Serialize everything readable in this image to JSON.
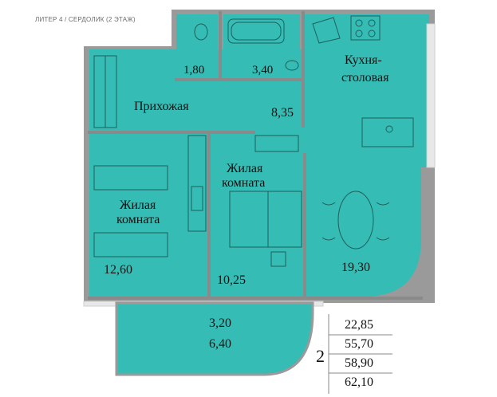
{
  "header": {
    "title": "ЛИТЕР 4 / СЕРДОЛИК (2 ЭТАЖ)"
  },
  "colors": {
    "room_fill": "#35bcb4",
    "wall": "#8a8a8a",
    "furniture_stroke": "#1f5f5c",
    "balcony_fill": "#35bcb4"
  },
  "rooms": {
    "wc": {
      "area": "1,80"
    },
    "bathroom": {
      "area": "3,40"
    },
    "kitchen": {
      "label": "Кухня-\nстоловая",
      "label_line1": "Кухня-",
      "label_line2": "столовая",
      "area": "19,30"
    },
    "hallway": {
      "label": "Прихожая",
      "area": "8,35"
    },
    "bedroom_left": {
      "label_line1": "Жилая",
      "label_line2": "комната",
      "area": "12,60"
    },
    "bedroom_mid": {
      "label_line1": "Жилая",
      "label_line2": "комната",
      "area": "10,25"
    },
    "balcony": {
      "area1": "3,20",
      "area2": "6,40"
    }
  },
  "summary": {
    "rooms_count": "2",
    "areas": [
      "22,85",
      "55,70",
      "58,90",
      "62,10"
    ]
  }
}
